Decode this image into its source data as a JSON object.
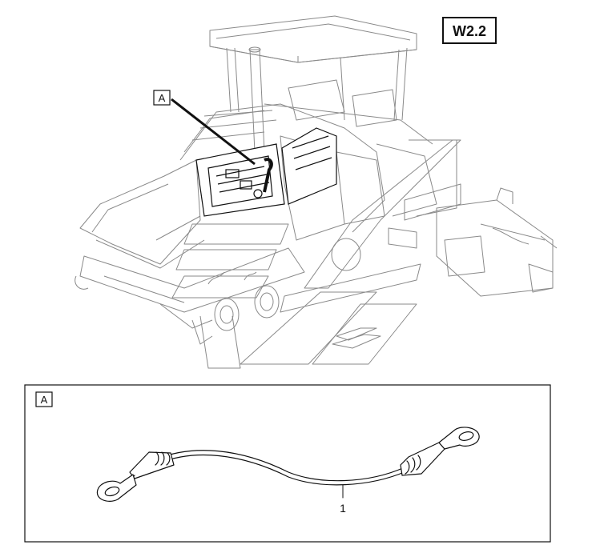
{
  "diagram": {
    "section_code": "W2.2",
    "overview_callout": "A",
    "detail_callout": "A",
    "parts": [
      {
        "number": "1"
      }
    ],
    "colors": {
      "line": "#111111",
      "ghost_line": "#8a8a8a",
      "background": "#ffffff"
    }
  }
}
